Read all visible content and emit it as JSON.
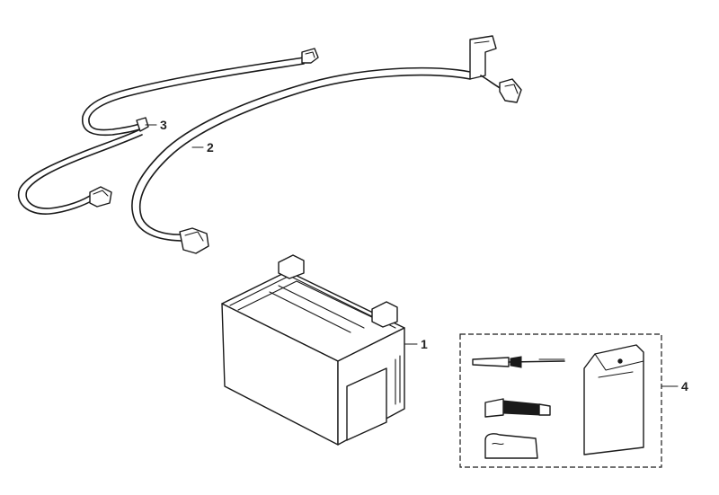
{
  "callouts": [
    {
      "id": "1"
    },
    {
      "id": "2"
    },
    {
      "id": "3"
    },
    {
      "id": "4"
    }
  ],
  "colors": {
    "line": "#1a1a1a",
    "background": "#ffffff"
  }
}
